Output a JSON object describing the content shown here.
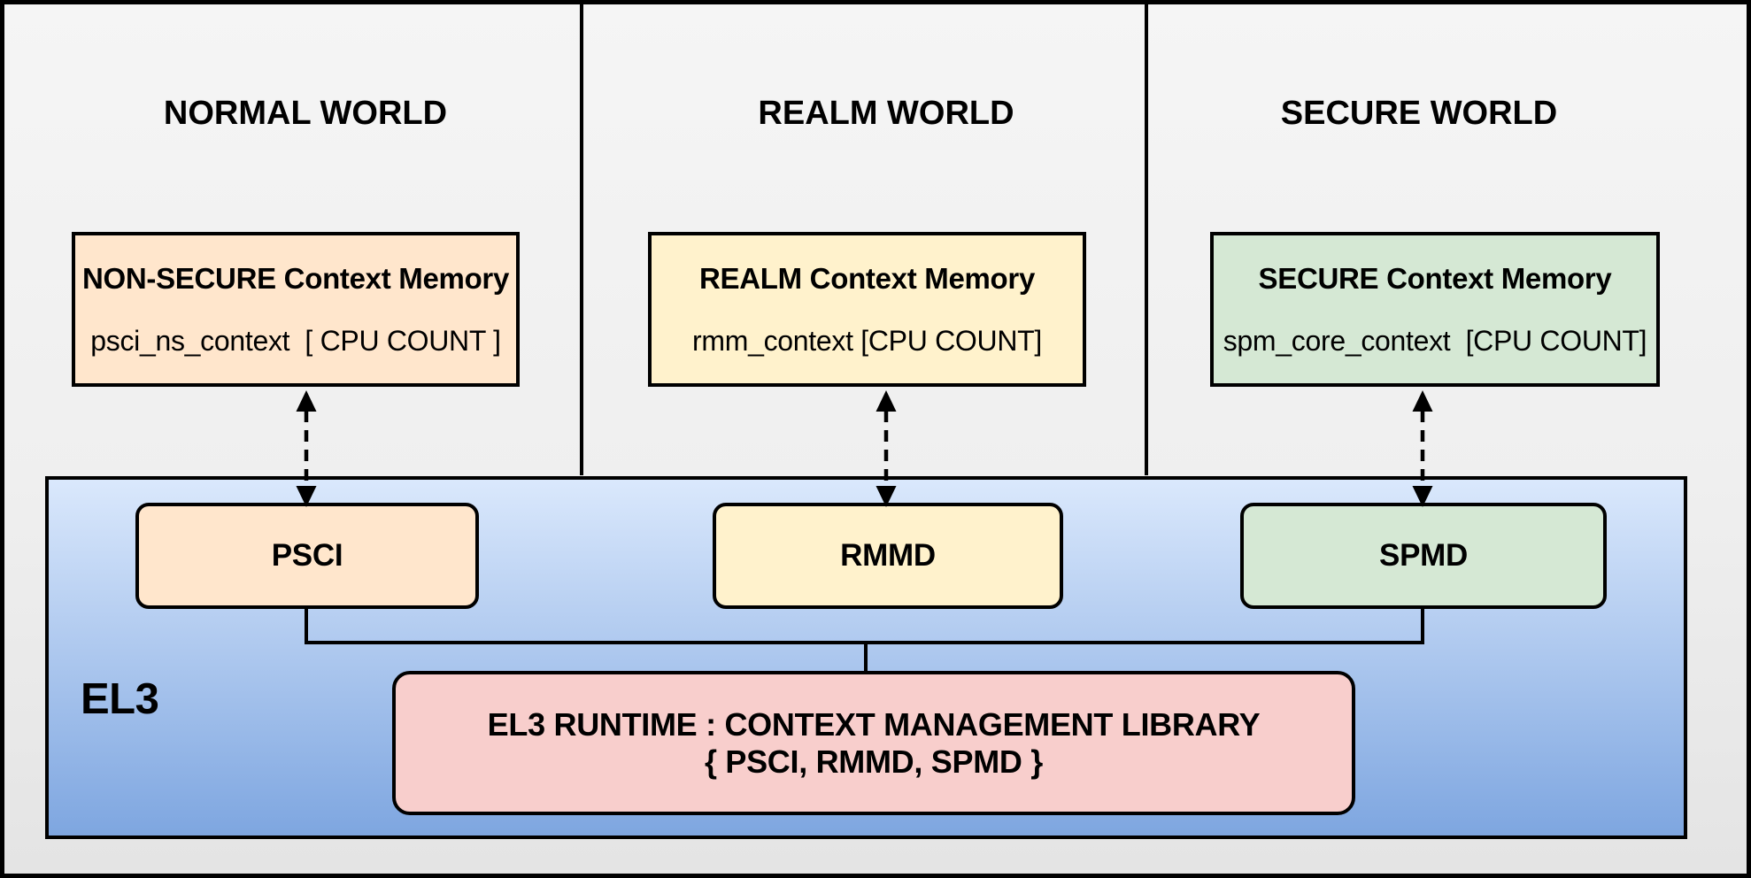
{
  "worlds": [
    {
      "title": "NORMAL WORLD",
      "memory_title": "NON-SECURE Context Memory",
      "memory_detail": "psci_ns_context  [ CPU COUNT ]",
      "fill": "#ffe6cc"
    },
    {
      "title": "REALM WORLD",
      "memory_title": "REALM Context Memory",
      "memory_detail": "rmm_context [CPU COUNT]",
      "fill": "#fff2cc"
    },
    {
      "title": "SECURE WORLD",
      "memory_title": "SECURE Context Memory",
      "memory_detail": "spm_core_context  [CPU COUNT]",
      "fill": "#d5e8d4"
    }
  ],
  "el3": {
    "label": "EL3",
    "modules": [
      {
        "name": "PSCI",
        "fill": "#ffe6cc"
      },
      {
        "name": "RMMD",
        "fill": "#fff2cc"
      },
      {
        "name": "SPMD",
        "fill": "#d5e8d4"
      }
    ],
    "runtime_line1": "EL3 RUNTIME : CONTEXT MANAGEMENT LIBRARY",
    "runtime_line2": "{ PSCI, RMMD, SPMD }",
    "runtime_fill": "#f8cecc",
    "gradient_top": "#dae8fc",
    "gradient_bottom": "#7ea6e0"
  },
  "colors": {
    "stroke": "#000000",
    "background_top": "#f5f5f5",
    "background_bottom": "#e4e4e4"
  }
}
